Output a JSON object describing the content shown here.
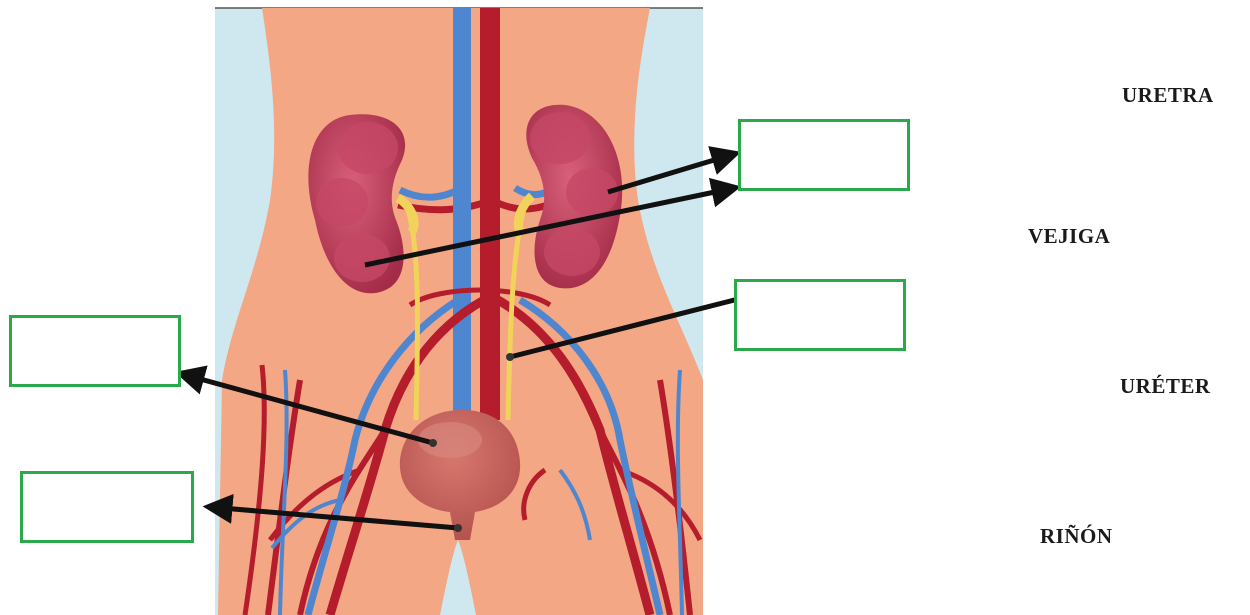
{
  "word_bank": {
    "uretra": "URETRA",
    "vejiga": "VEJIGA",
    "ureter": "URÉTER",
    "rinon": "RIÑÓN"
  },
  "answer_boxes": [
    "",
    "",
    "",
    ""
  ],
  "colors": {
    "skin": "#f3a784",
    "background_panel": "#cfe8ef",
    "kidney": "#b83a55",
    "artery": "#b51c2c",
    "vein": "#4f86d0",
    "ureter": "#f1d25a",
    "bladder": "#c5605c",
    "box_border": "#2aa84a",
    "arrow": "#111111"
  }
}
